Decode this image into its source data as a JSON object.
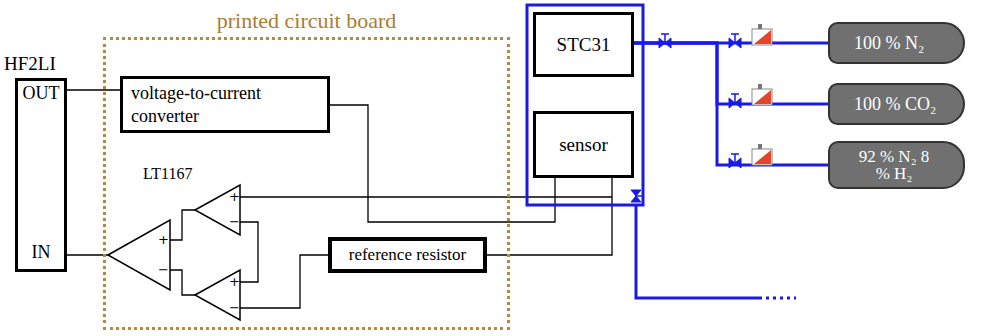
{
  "diagram": {
    "nodes": [
      {
        "text": [
          "HF2LI",
          "OUT",
          "IN"
        ]
      },
      {
        "text": [
          "printed circuit board"
        ]
      },
      {
        "text": [
          "voltage-to-current converter"
        ],
        "in": 1
      },
      {
        "text": [
          "reference resistor"
        ],
        "in": 1
      },
      {
        "text": [
          "STC31"
        ]
      },
      {
        "text": [
          "sensor"
        ]
      },
      {
        "text": [
          "100 % N₂"
        ]
      },
      {
        "text": [
          "100 % CO₂"
        ]
      },
      {
        "text": [
          "92 % N₂ 8 % H₂"
        ]
      }
    ],
    "edges": [
      {
        "from": 0,
        "to": 2,
        "arrow": "none"
      },
      {
        "from": 2,
        "to": 5,
        "arrow": "none"
      },
      {
        "from": 5,
        "to": 3,
        "arrow": "none"
      },
      {
        "from": 6,
        "to": 4,
        "arrow": "none"
      },
      {
        "from": 7,
        "to": 4,
        "arrow": "none"
      },
      {
        "from": 8,
        "to": 4,
        "arrow": "none"
      }
    ],
    "labels": [
      "LT1167",
      "+",
      "−",
      "+",
      "−",
      "+",
      "−"
    ]
  }
}
